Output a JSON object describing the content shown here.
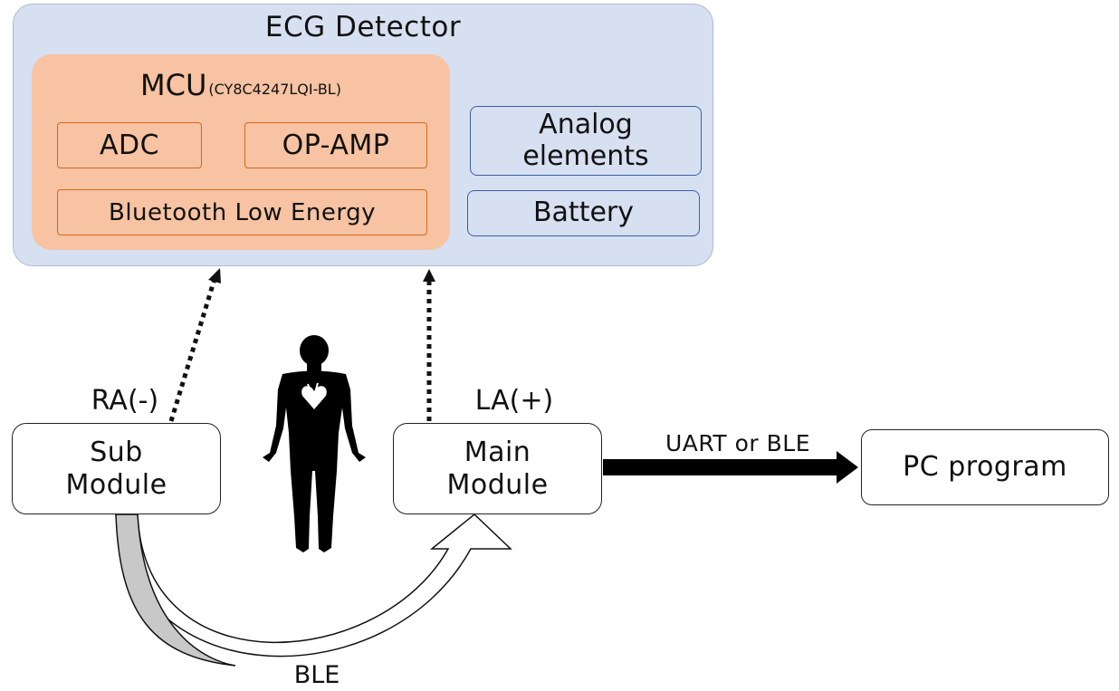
{
  "ecg_detector": {
    "title": "ECG Detector"
  },
  "mcu": {
    "title": "MCU",
    "part_number": "(CY8C4247LQI-BL)",
    "adc": "ADC",
    "opamp": "OP-AMP",
    "ble": "Bluetooth Low Energy"
  },
  "analog_elements": {
    "line1": "Analog",
    "line2": "elements"
  },
  "battery": "Battery",
  "sub_module": {
    "line1": "Sub",
    "line2": "Module",
    "electrode": "RA(-)"
  },
  "main_module": {
    "line1": "Main",
    "line2": "Module",
    "electrode": "LA(+)"
  },
  "pc_program": "PC program",
  "links": {
    "main_to_pc": "UART or BLE",
    "sub_to_main": "BLE"
  },
  "colors": {
    "detector_fill": "#d6e0f1",
    "mcu_fill": "#f7c3a2",
    "mcu_border": "#d2691e",
    "component_border": "#3b5ea8"
  }
}
